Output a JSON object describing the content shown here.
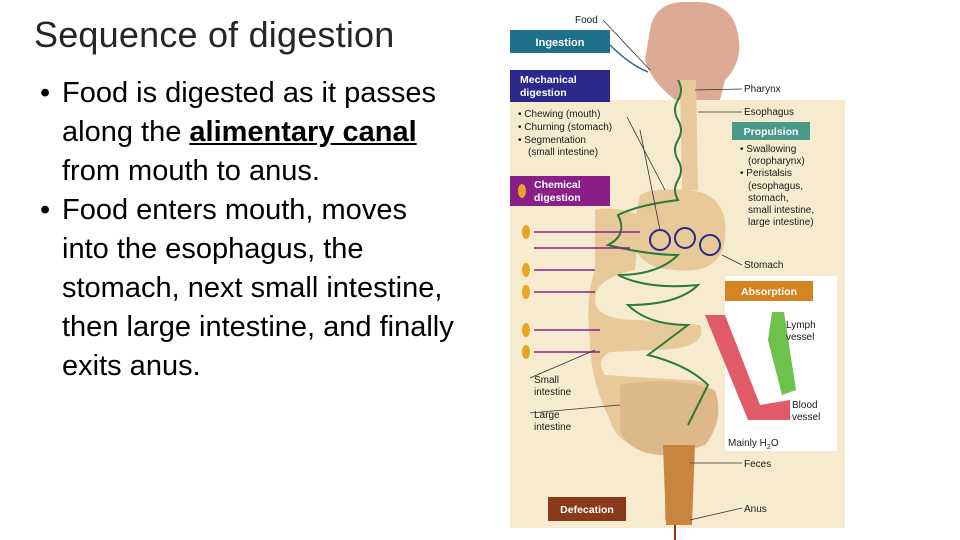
{
  "title": "Sequence of digestion",
  "bullets": [
    {
      "pre": "Food is digested as it passes along the ",
      "emph": "alimentary canal",
      "post": " from mouth to anus."
    },
    {
      "pre": "Food enters mouth, moves into the esophagus, the stomach, next small intestine, then large intestine, and finally exits anus.",
      "emph": "",
      "post": ""
    }
  ],
  "figure": {
    "boxes": {
      "ingestion": "Ingestion",
      "mechanical": [
        "Mechanical",
        "digestion"
      ],
      "chemical": [
        "Chemical",
        "digestion"
      ],
      "propulsion": "Propulsion",
      "absorption": "Absorption",
      "defecation": "Defecation"
    },
    "mechanical_list": [
      "• Chewing (mouth)",
      "• Churning (stomach)",
      "• Segmentation",
      "(small intestine)"
    ],
    "propulsion_list": [
      "• Swallowing",
      "(oropharynx)",
      "• Peristalsis",
      "(esophagus,",
      "stomach,",
      "small intestine,",
      "large intestine)"
    ],
    "labels": {
      "food": "Food",
      "pharynx": "Pharynx",
      "esophagus": "Esophagus",
      "stomach": "Stomach",
      "lymph_vessel": [
        "Lymph",
        "vessel"
      ],
      "blood_vessel": [
        "Blood",
        "vessel"
      ],
      "small_intestine": [
        "Small",
        "intestine"
      ],
      "large_intestine": [
        "Large",
        "intestine"
      ],
      "mainly_h2o": "Mainly H",
      "h2o_sub": "2",
      "h2o_o": "O",
      "feces": "Feces",
      "anus": "Anus"
    },
    "colors": {
      "ingestion": "#1e6f8a",
      "mechanical": "#2a2a8c",
      "chemical": "#8a1f8a",
      "propulsion": "#4a9a8a",
      "absorption": "#d48420",
      "defecation": "#8a3a1a",
      "tract": "#e8c99a",
      "background_panel": "#f7ebcf"
    }
  }
}
